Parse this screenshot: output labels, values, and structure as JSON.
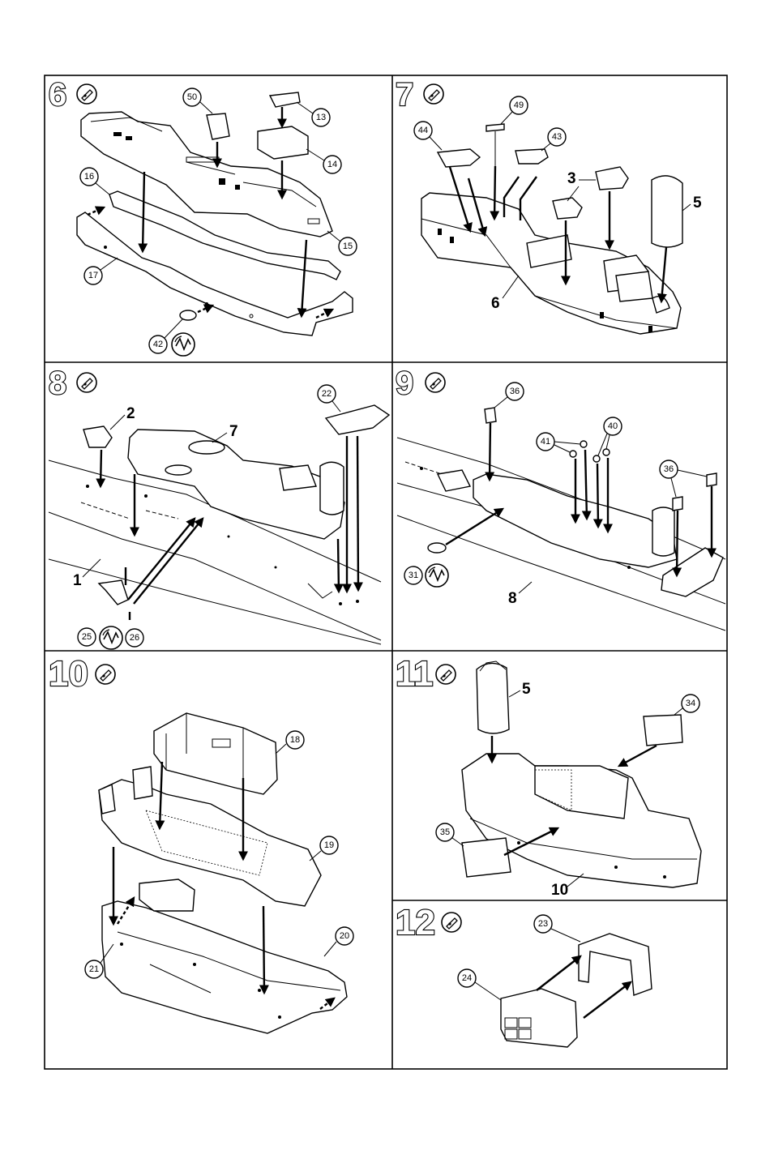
{
  "steps": [
    {
      "number": "6",
      "callouts": [
        "50",
        "13",
        "14",
        "16",
        "15",
        "17",
        "42"
      ]
    },
    {
      "number": "7",
      "callouts": [
        "49",
        "44",
        "43"
      ],
      "labels": [
        "3",
        "5",
        "6"
      ]
    },
    {
      "number": "8",
      "callouts": [
        "22",
        "25",
        "26"
      ],
      "labels": [
        "2",
        "7",
        "1"
      ]
    },
    {
      "number": "9",
      "callouts": [
        "36",
        "41",
        "40",
        "36",
        "31"
      ],
      "labels": [
        "8"
      ]
    },
    {
      "number": "10",
      "callouts": [
        "18",
        "19",
        "20",
        "21"
      ]
    },
    {
      "number": "11",
      "callouts": [
        "34",
        "35"
      ],
      "labels": [
        "5",
        "10"
      ]
    },
    {
      "number": "12",
      "callouts": [
        "23",
        "24"
      ]
    }
  ],
  "icons": {
    "glue": "glue-tube-icon",
    "dry": "let-dry-clock-icon"
  }
}
